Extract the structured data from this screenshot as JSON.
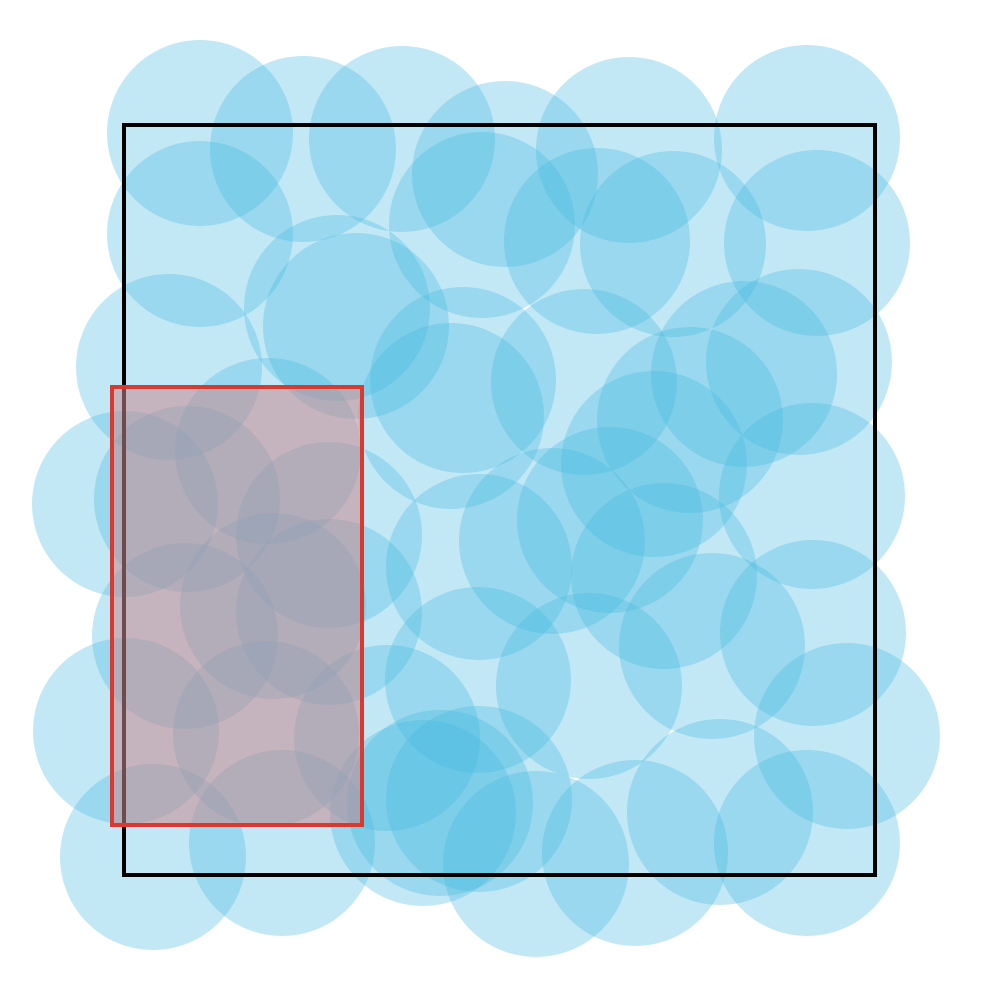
{
  "colors": {
    "circle_fill": "#47b8e0",
    "square_stroke": "#000000",
    "highlight_fill": "#c8898e",
    "highlight_stroke": "#d9392e",
    "background": "#ffffff"
  },
  "diagram": {
    "circle_count": 50,
    "elements": [
      "circle-cluster",
      "boundary-square",
      "highlight-rectangle"
    ]
  }
}
